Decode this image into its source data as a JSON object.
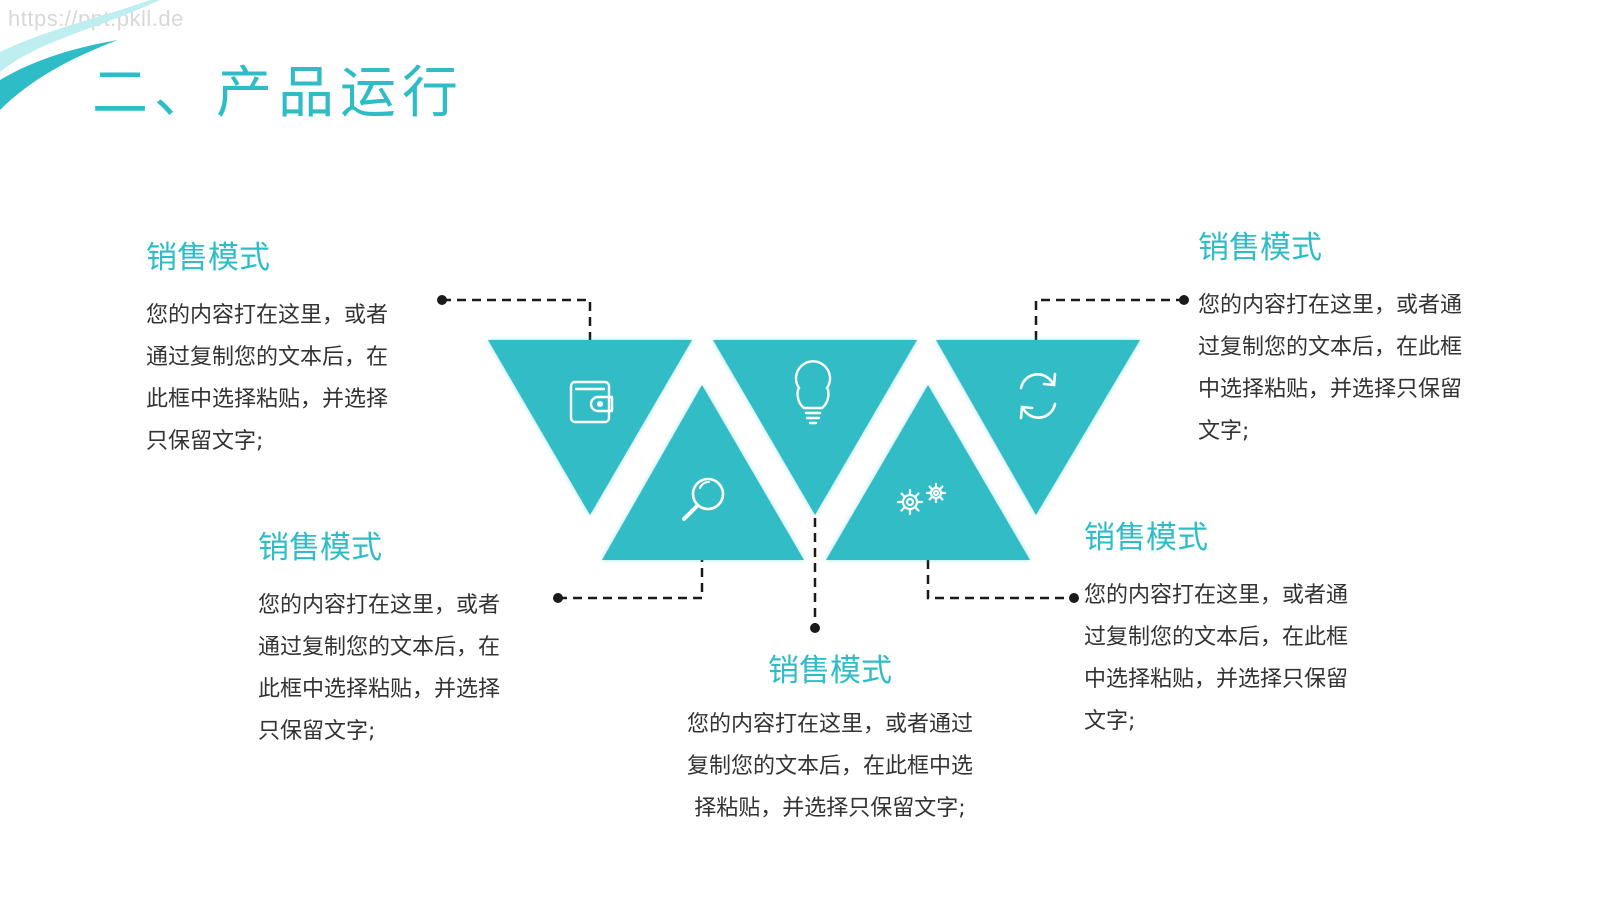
{
  "watermark": "https://ppt.pkll.de",
  "title": "二、产品运行",
  "colors": {
    "accent": "#2ebdc7",
    "text": "#333333"
  },
  "icons": [
    "wallet-icon",
    "magnifier-icon",
    "lightbulb-icon",
    "gears-icon",
    "refresh-icon"
  ],
  "blocks": [
    {
      "heading": "销售模式",
      "lines": [
        "您的内容打在这里，或者",
        "通过复制您的文本后，在",
        "此框中选择粘贴，并选择",
        "只保留文字;"
      ]
    },
    {
      "heading": "销售模式",
      "lines": [
        "您的内容打在这里，或者",
        "通过复制您的文本后，在",
        "此框中选择粘贴，并选择",
        "只保留文字;"
      ]
    },
    {
      "heading": "销售模式",
      "lines": [
        "您的内容打在这里，或者通过",
        "复制您的文本后，在此框中选",
        "择粘贴，并选择只保留文字;"
      ]
    },
    {
      "heading": "销售模式",
      "lines": [
        "您的内容打在这里，或者通",
        "过复制您的文本后，在此框",
        "中选择粘贴，并选择只保留",
        "文字;"
      ]
    },
    {
      "heading": "销售模式",
      "lines": [
        "您的内容打在这里，或者通",
        "过复制您的文本后，在此框",
        "中选择粘贴，并选择只保留",
        "文字;"
      ]
    }
  ]
}
